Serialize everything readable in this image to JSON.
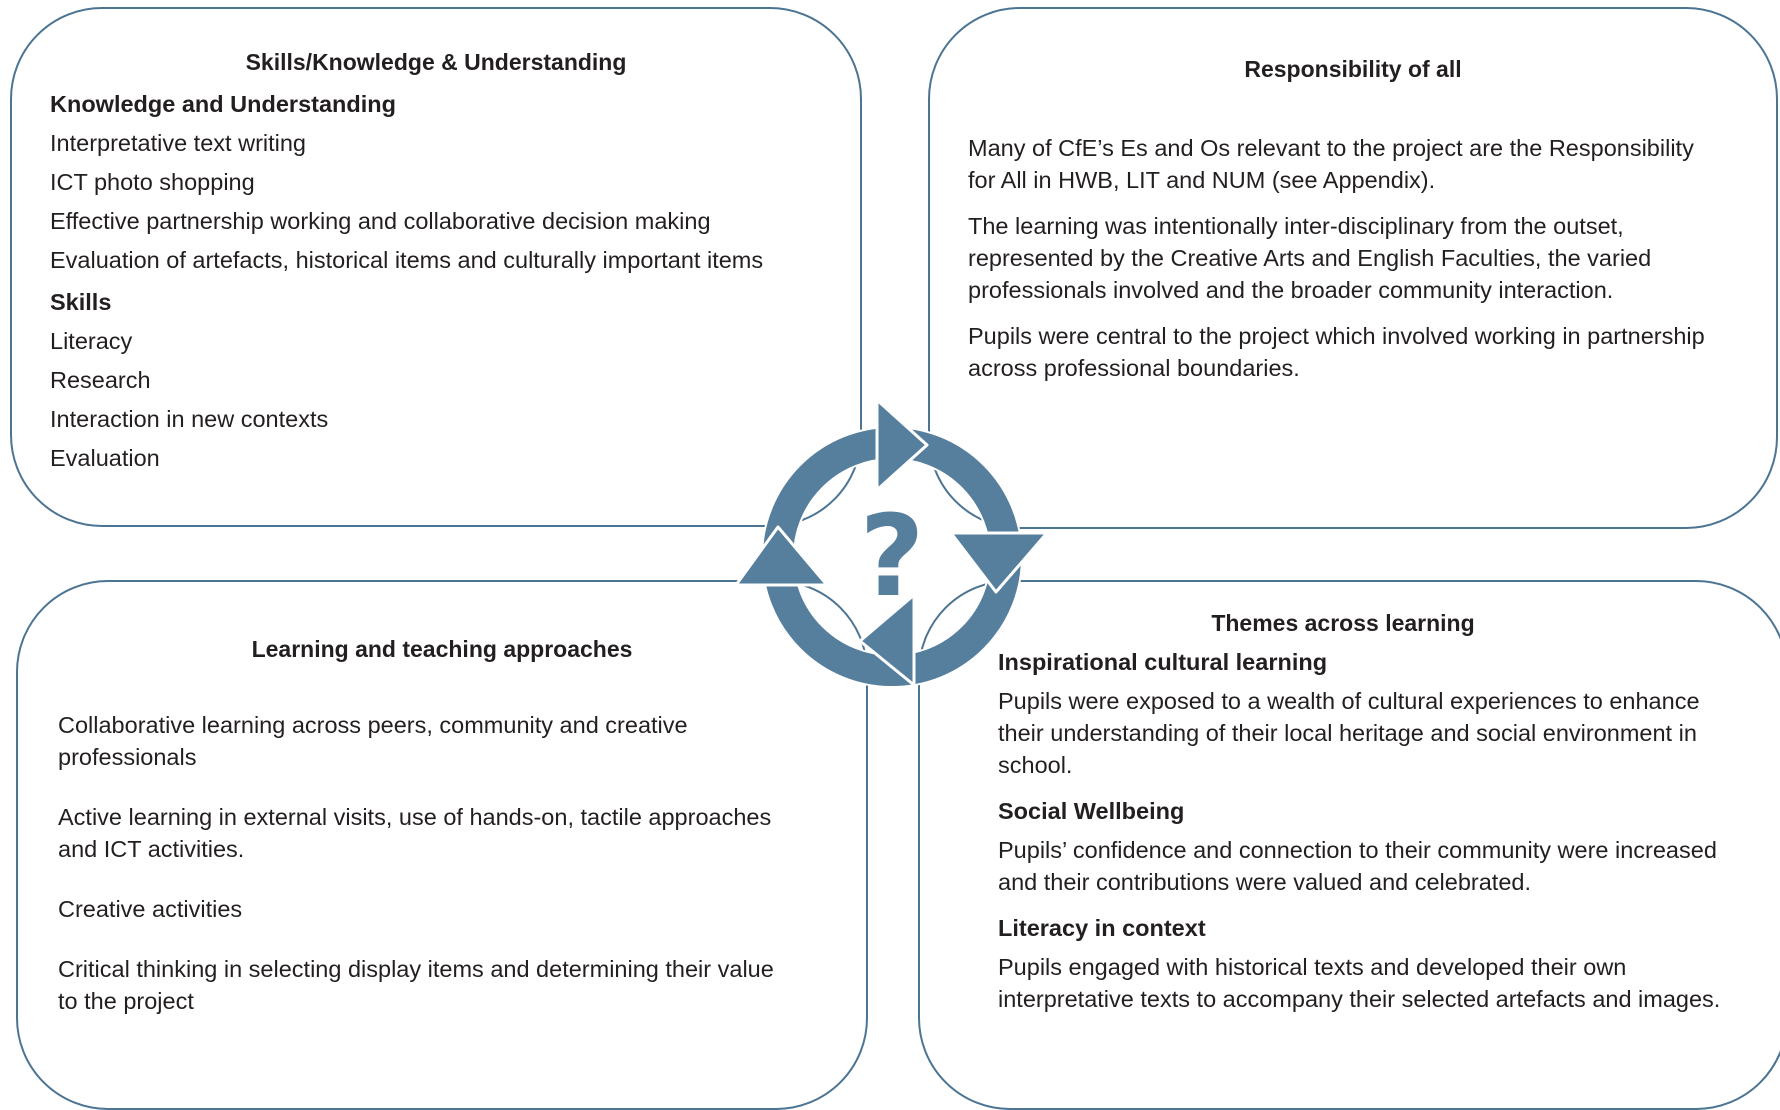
{
  "colors": {
    "accent": "#567e9d",
    "border": "#4c7493",
    "text": "#231f20"
  },
  "cycle": {
    "center_symbol": "?",
    "icon": "cycle-arrows-question-icon"
  },
  "top_left": {
    "title": "Skills/Knowledge & Understanding",
    "sections": [
      {
        "heading": "Knowledge and Understanding",
        "items": [
          "Interpretative text writing",
          "ICT photo shopping",
          "Effective partnership working and collaborative decision making",
          "Evaluation of artefacts, historical items and culturally important items"
        ]
      },
      {
        "heading": "Skills",
        "items": [
          "Literacy",
          "Research",
          "Interaction in new contexts",
          "Evaluation"
        ]
      }
    ]
  },
  "top_right": {
    "title": "Responsibility of all",
    "paragraphs": [
      "Many of CfE’s Es and Os relevant to the project are the Responsibility for All in HWB, LIT and NUM (see Appendix).",
      "The learning was intentionally inter-disciplinary from the outset, represented by the Creative Arts and English Faculties, the varied professionals involved and the broader community interaction.",
      "Pupils were central to the project which involved working in partnership across professional boundaries."
    ]
  },
  "bottom_left": {
    "title": "Learning and teaching approaches",
    "paragraphs": [
      "Collaborative learning across peers, community and creative professionals",
      "Active learning in external visits, use of hands-on, tactile approaches and ICT activities.",
      "Creative activities",
      "Critical thinking in selecting display items and determining their value to the project"
    ]
  },
  "bottom_right": {
    "title": "Themes across learning",
    "sections": [
      {
        "heading": "Inspirational cultural learning",
        "text": "Pupils were exposed to a wealth of cultural experiences to enhance their understanding of their local heritage and social environment in school."
      },
      {
        "heading": "Social Wellbeing",
        "text": "Pupils’ confidence and connection to their community were increased and their contributions were valued and celebrated."
      },
      {
        "heading": "Literacy in context",
        "text": "Pupils engaged with historical texts and developed their own interpretative texts to accompany their selected artefacts and images."
      }
    ]
  }
}
